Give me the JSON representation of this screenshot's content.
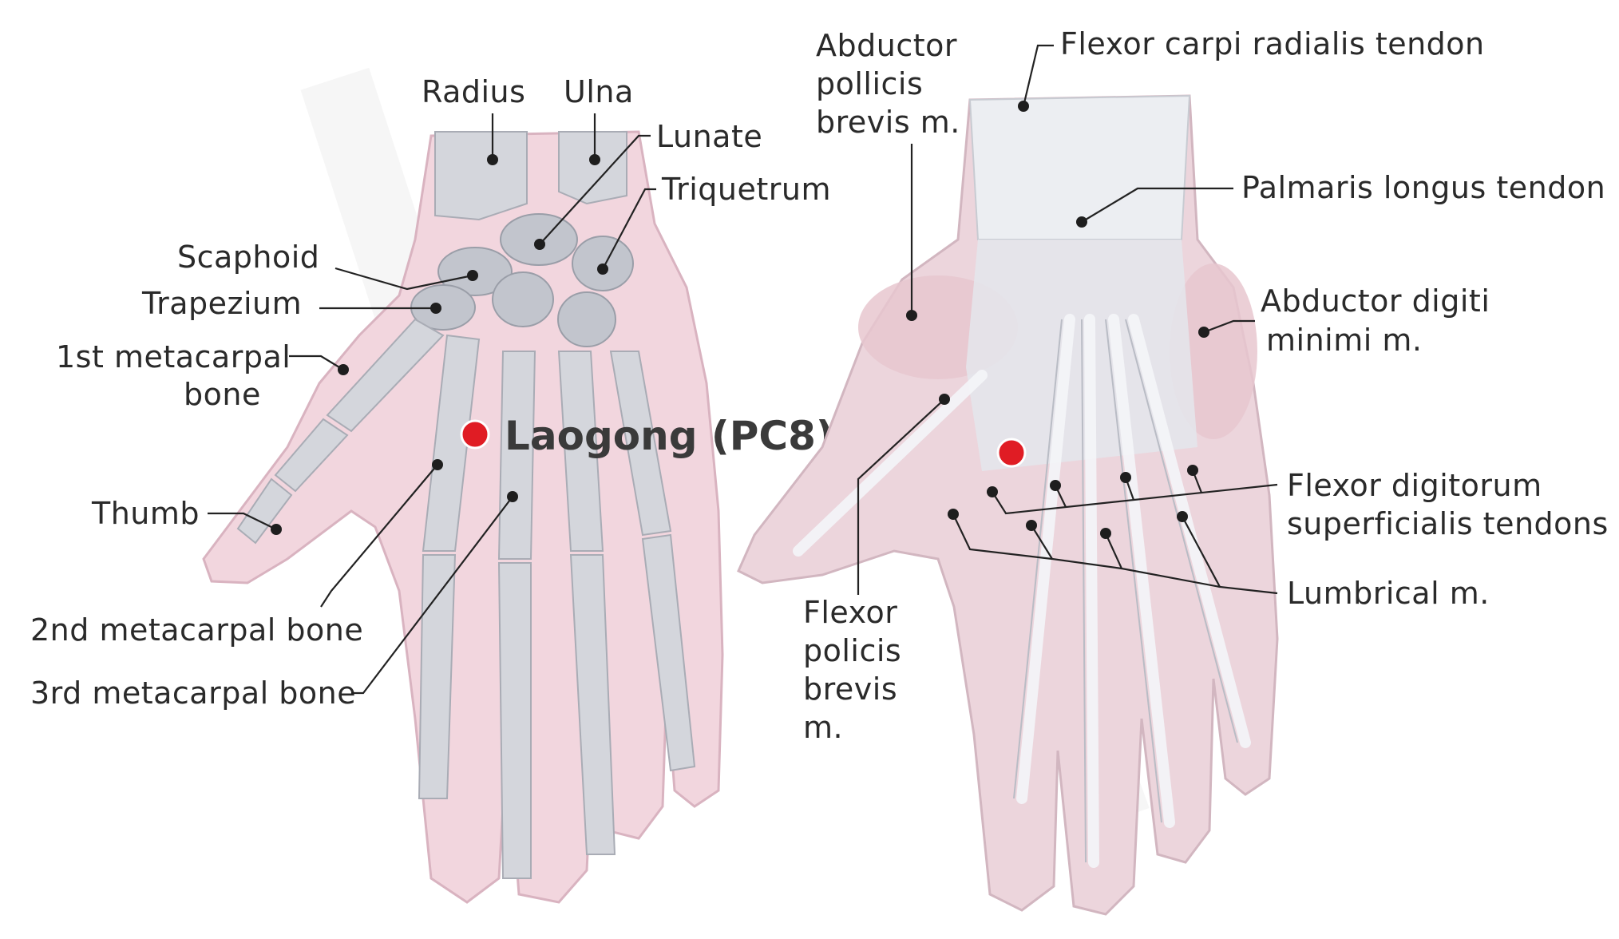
{
  "left_hand": {
    "labels": {
      "radius": "Radius",
      "ulna": "Ulna",
      "lunate": "Lunate",
      "triquetrum": "Triquetrum",
      "scaphoid": "Scaphoid",
      "trapezium": "Trapezium",
      "first_metacarpal_line1": "1st metacarpal",
      "first_metacarpal_line2": "bone",
      "thumb": "Thumb",
      "second_metacarpal": "2nd metacarpal bone",
      "third_metacarpal": "3rd metacarpal bone"
    },
    "acupoint": "Laogong (PC8)"
  },
  "right_hand": {
    "labels": {
      "abductor_pollicis_line1": "Abductor",
      "abductor_pollicis_line2": "pollicis",
      "abductor_pollicis_line3": "brevis m.",
      "flexor_carpi_radialis": "Flexor carpi radialis tendon",
      "palmaris_longus": "Palmaris longus tendon",
      "abductor_digiti_line1": "Abductor digiti",
      "abductor_digiti_line2": "minimi m.",
      "flexor_digitorum_line1": "Flexor digitorum",
      "flexor_digitorum_line2": "superficialis tendons",
      "lumbrical": "Lumbrical m.",
      "flexor_pollicis_line1": "Flexor",
      "flexor_pollicis_line2": "policis",
      "flexor_pollicis_line3": "brevis",
      "flexor_pollicis_line4": "m."
    }
  },
  "colors": {
    "acupoint": "#e01c24",
    "skin": "#f2d6de",
    "bone": "#d4d6dc",
    "text": "#2a2a2a"
  }
}
